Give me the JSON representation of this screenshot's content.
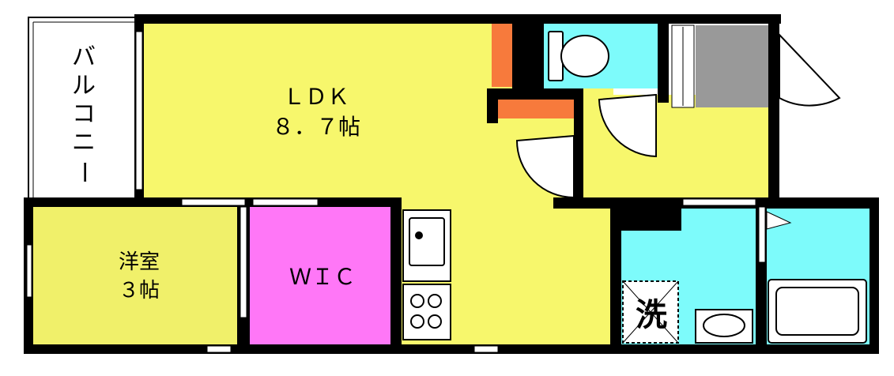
{
  "rooms": {
    "balcony": {
      "label": "バルコニー",
      "chars": [
        "バ",
        "ル",
        "コ",
        "ニ",
        "ー"
      ]
    },
    "ldk": {
      "name": "ＬＤＫ",
      "size": "８．７帖"
    },
    "western": {
      "name": "洋室",
      "size": "３帖"
    },
    "wic": {
      "name": "ＷＩＣ"
    },
    "washer": {
      "label": "洗"
    }
  },
  "colors": {
    "wall": "#000000",
    "ldk": "#f7f76c",
    "western": "#f0f06a",
    "wic": "#ff77f7",
    "water": "#7dfbfb",
    "storage": "#999999",
    "accent": "#f77a3c",
    "fixture": "#ffffff"
  }
}
